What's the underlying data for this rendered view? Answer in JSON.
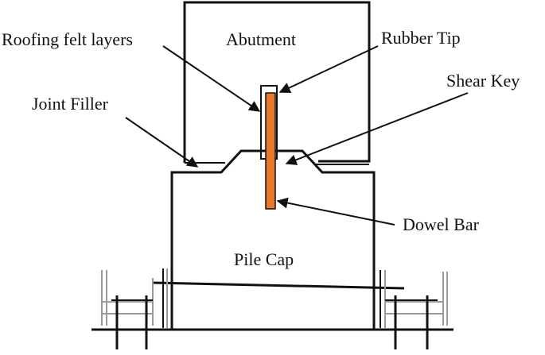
{
  "labels": {
    "abutment": "Abutment",
    "roofing_felt": "Roofing felt layers",
    "rubber_tip": "Rubber Tip",
    "shear_key": "Shear Key",
    "joint_filler": "Joint Filler",
    "dowel_bar": "Dowel Bar",
    "pile_cap": "Pile Cap"
  },
  "colors": {
    "dowel_bar": "#E8792B",
    "line": "#111111"
  }
}
